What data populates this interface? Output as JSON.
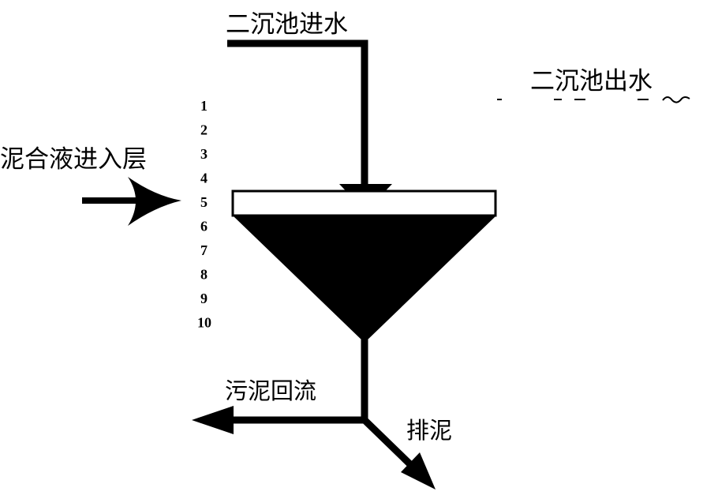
{
  "labels": {
    "inflow": "二沉池进水",
    "outflow": "二沉池出水",
    "mixed_liquor_entry": "泥合液进入层",
    "sludge_return": "污泥回流",
    "sludge_discharge": "排泥"
  },
  "layers": [
    "1",
    "2",
    "3",
    "4",
    "5",
    "6",
    "7",
    "8",
    "9",
    "10"
  ],
  "colors": {
    "ink": "#000000",
    "background": "#ffffff"
  }
}
